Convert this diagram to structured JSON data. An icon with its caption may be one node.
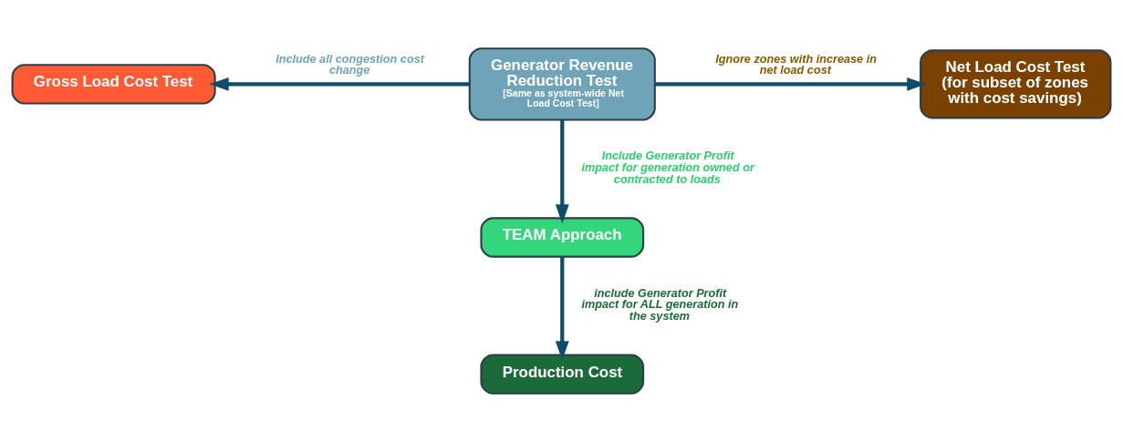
{
  "diagram": {
    "nodes": [
      {
        "text": [
          "Gross Load Cost Test"
        ]
      },
      {
        "text": [
          "Generator Revenue Reduction Test",
          "[Same as system-wide Net Load Cost Test]"
        ]
      },
      {
        "text": [
          "Net Load Cost Test (for subset of zones with cost savings)"
        ]
      },
      {
        "text": [
          "TEAM Approach"
        ]
      },
      {
        "text": [
          "Production Cost"
        ]
      }
    ],
    "edges": [
      {
        "from": 1,
        "to": 0,
        "arrow": "to",
        "label": "Include all congestion cost change"
      },
      {
        "from": 1,
        "to": 2,
        "arrow": "to",
        "label": "Ignore zones with increase in net load cost"
      },
      {
        "from": 1,
        "to": 3,
        "arrow": "to",
        "label": "Include Generator Profit impact for generation owned or contracted to loads"
      },
      {
        "from": 3,
        "to": 4,
        "arrow": "to",
        "label": "include Generator Profit impact for ALL generation in the system"
      }
    ]
  }
}
